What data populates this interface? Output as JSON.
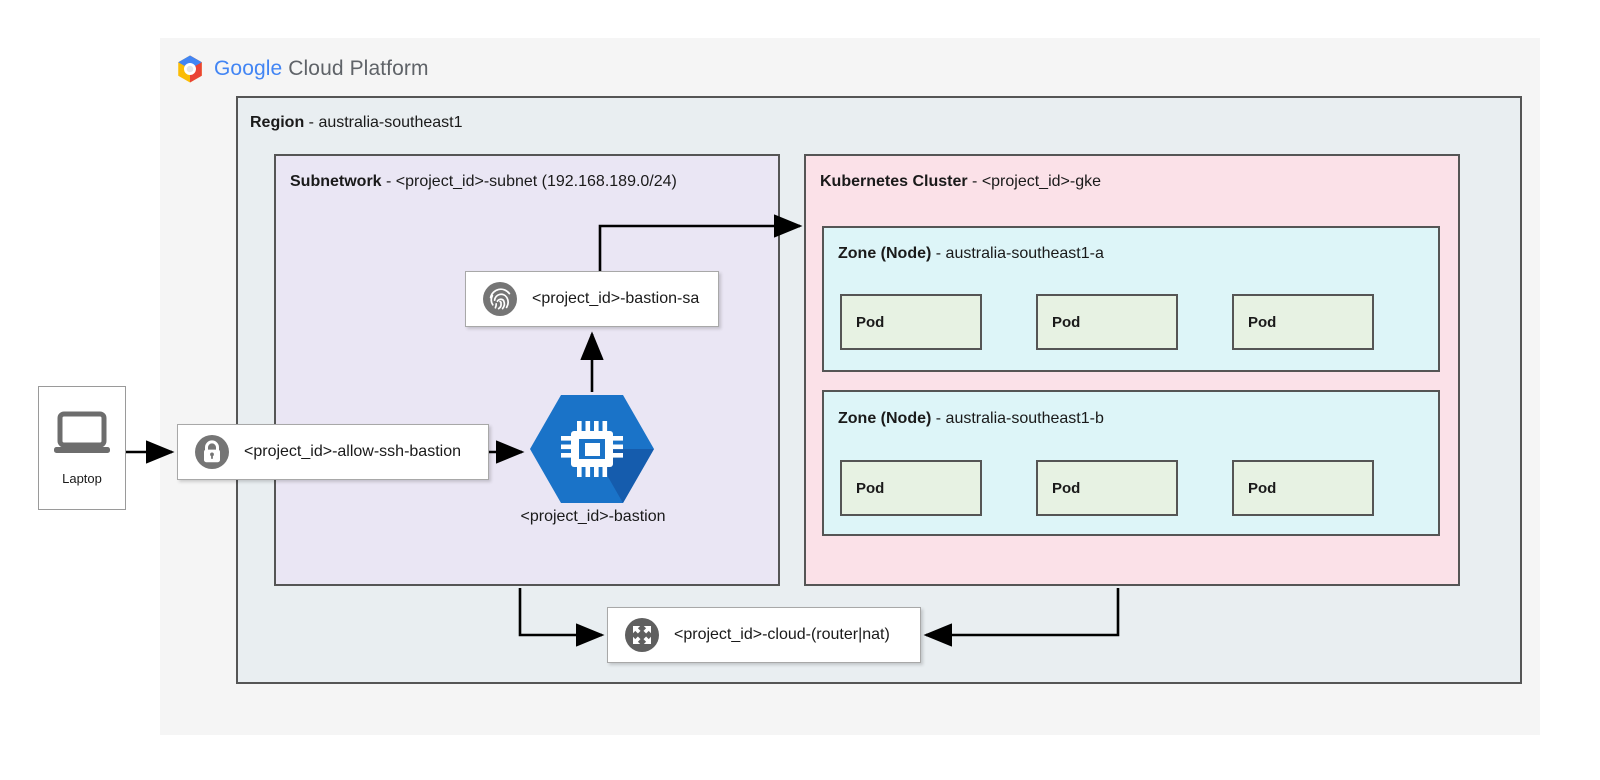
{
  "brand": {
    "logo_icon": "google-cloud-hexagon-logo",
    "wordmark_google": "Google",
    "wordmark_cloud": "Cloud",
    "wordmark_platform": "Platform",
    "colors": {
      "google_blue": "#4285F4",
      "google_red": "#EA4335",
      "google_yellow": "#FBBC05",
      "google_green": "#34A853",
      "wordmark_gray": "#5F6368"
    }
  },
  "containers": {
    "gcp_panel": {
      "background": "#f5f5f5"
    },
    "region": {
      "label": "Region",
      "separator": " - ",
      "value": "australia-southeast1",
      "background": "#e9eef1",
      "border": "#555555"
    },
    "subnetwork": {
      "label": "Subnetwork",
      "separator": " - ",
      "value": "<project_id>-subnet (192.168.189.0/24)",
      "background": "#eae6f4",
      "border": "#555555"
    },
    "cluster": {
      "label": "Kubernetes Cluster",
      "separator": " - ",
      "value": "<project_id>-gke",
      "background": "#fbe1e8",
      "border": "#555555"
    }
  },
  "zones": [
    {
      "label": "Zone (Node)",
      "separator": " - ",
      "value": "australia-southeast1-a",
      "background": "#ddf5f8",
      "pods": [
        {
          "label": "Pod"
        },
        {
          "label": "Pod"
        },
        {
          "label": "Pod"
        }
      ]
    },
    {
      "label": "Zone (Node)",
      "separator": " - ",
      "value": "australia-southeast1-b",
      "background": "#ddf5f8",
      "pods": [
        {
          "label": "Pod"
        },
        {
          "label": "Pod"
        },
        {
          "label": "Pod"
        }
      ]
    }
  ],
  "pod_style": {
    "background": "#e7f2e3",
    "border": "#555555"
  },
  "nodes": {
    "laptop": {
      "label": "Laptop",
      "icon": "laptop-icon",
      "icon_color": "#6d6d6d"
    },
    "firewall_rule": {
      "label": "<project_id>-allow-ssh-bastion",
      "icon": "lock-icon",
      "icon_color": "#757575"
    },
    "service_account": {
      "label": "<project_id>-bastion-sa",
      "icon": "fingerprint-icon",
      "icon_color": "#757575"
    },
    "cloud_router_nat": {
      "label": "<project_id>-cloud-(router|nat)",
      "icon": "router-expand-icon",
      "icon_color": "#5f5f5f"
    },
    "bastion": {
      "label": "<project_id>-bastion",
      "icon": "compute-engine-cpu-icon",
      "fill": "#1a73c8",
      "shadow": "#1558a8"
    }
  },
  "edges": [
    {
      "name": "laptop-to-firewall",
      "from": "laptop",
      "to": "firewall_rule"
    },
    {
      "name": "firewall-to-bastion",
      "from": "firewall_rule",
      "to": "bastion"
    },
    {
      "name": "bastion-to-service-account",
      "from": "bastion",
      "to": "service_account"
    },
    {
      "name": "service-account-to-cluster",
      "from": "service_account",
      "to": "cluster"
    },
    {
      "name": "subnetwork-to-cloud-router",
      "from": "subnetwork",
      "to": "cloud_router_nat"
    },
    {
      "name": "cluster-to-cloud-router",
      "from": "cluster",
      "to": "cloud_router_nat"
    }
  ]
}
